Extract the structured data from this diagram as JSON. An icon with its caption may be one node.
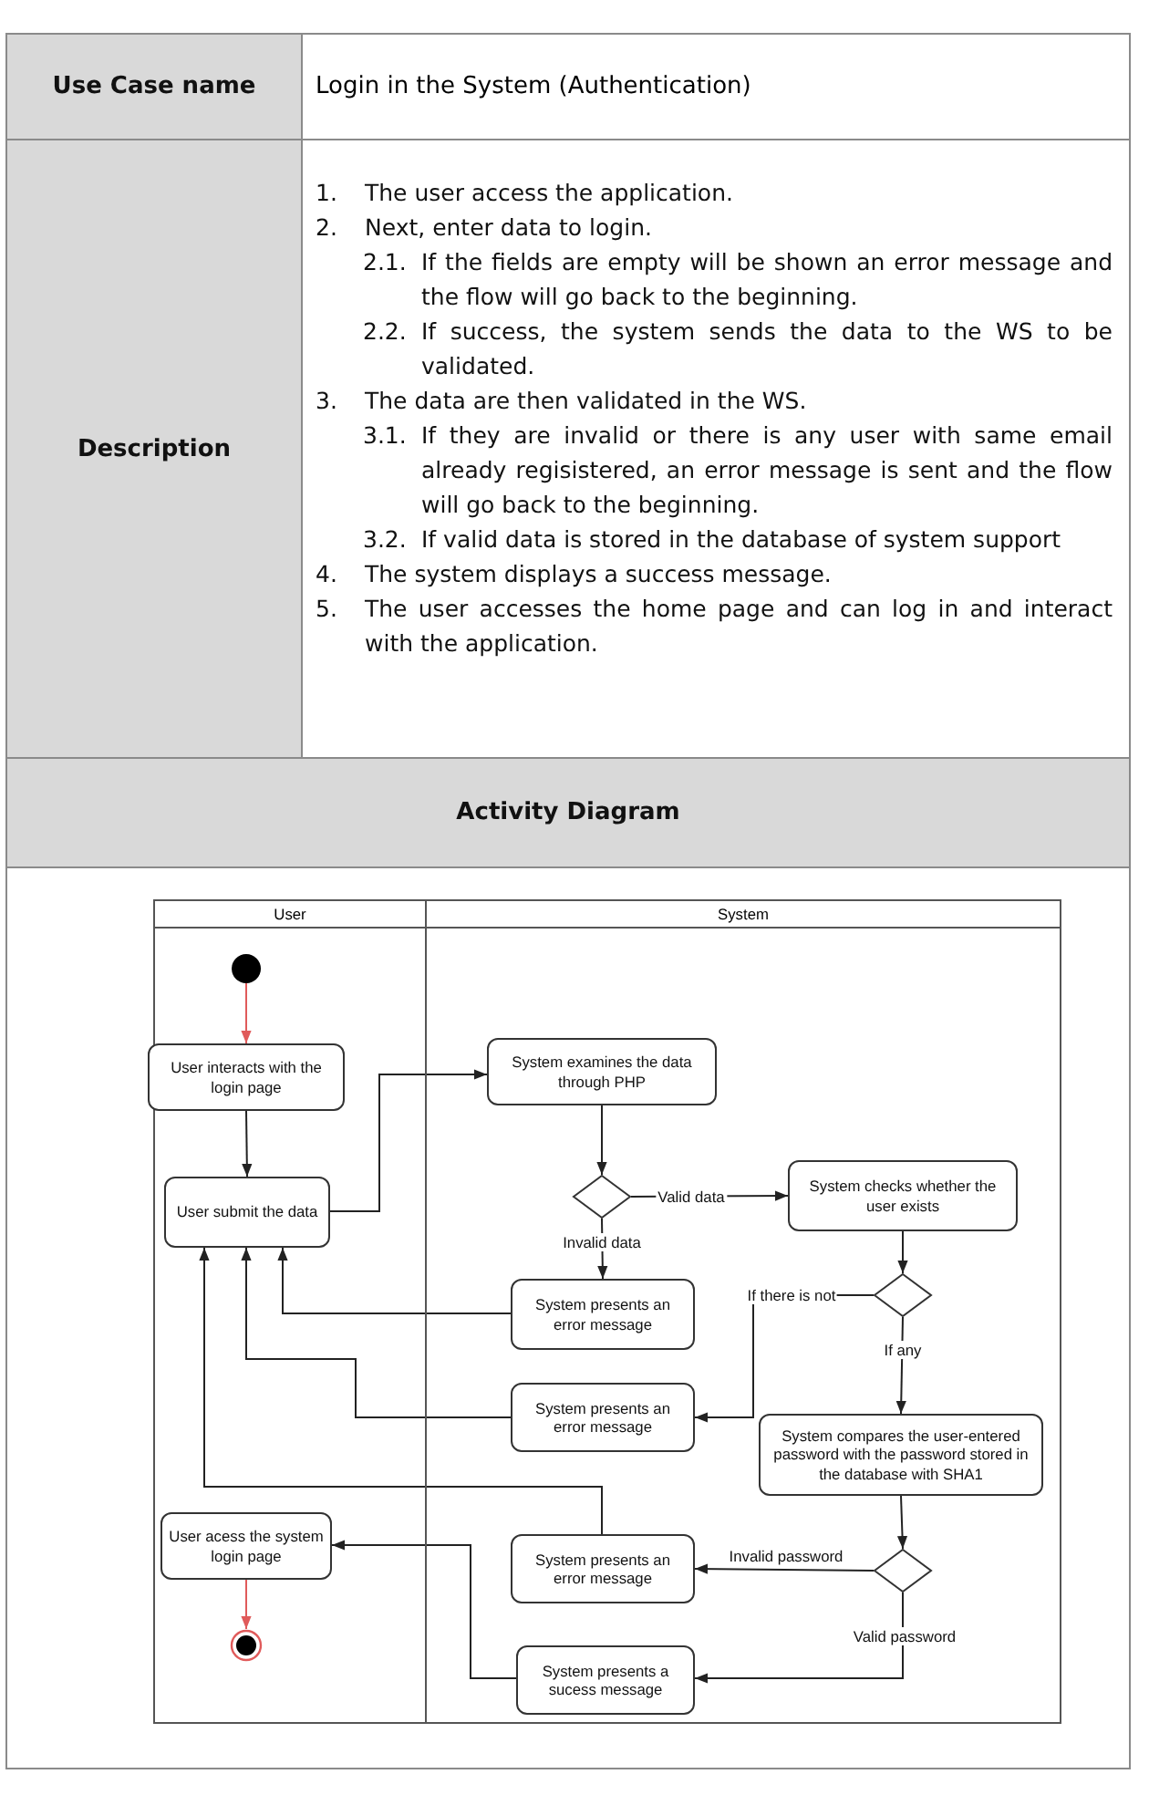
{
  "diagram": {
    "nodes": [
      {
        "text": [
          "User"
        ]
      },
      {
        "text": [
          "System"
        ]
      },
      {
        "text": [],
        "shape": "circle",
        "in": 0
      },
      {
        "text": [
          "User interacts with the login page"
        ],
        "in": 0
      },
      {
        "text": [
          "System examines the data through PHP"
        ],
        "in": 1
      },
      {
        "text": [
          "User submit the data"
        ],
        "in": 0
      },
      {
        "text": [],
        "shape": "diamond",
        "in": 1
      },
      {
        "text": [
          "System checks whether the user exists"
        ],
        "in": 1
      },
      {
        "text": [
          "System presents an error message"
        ],
        "in": 1
      },
      {
        "text": [],
        "shape": "diamond",
        "in": 1
      },
      {
        "text": [
          "System presents an error message"
        ],
        "in": 1
      },
      {
        "text": [
          "System compares the user-entered password with the password stored in the database with SHA1"
        ],
        "in": 1
      },
      {
        "text": [
          "User acess the system login page"
        ],
        "in": 0
      },
      {
        "text": [
          "System presents an error message"
        ],
        "in": 1
      },
      {
        "text": [],
        "shape": "diamond",
        "in": 1
      },
      {
        "text": [
          "System presents a sucess message"
        ],
        "in": 1
      },
      {
        "text": [],
        "shape": "circle",
        "in": 0
      }
    ],
    "edges": [
      {
        "from": 2,
        "to": 3,
        "arrow": "to",
        "color": "#e05a5a"
      },
      {
        "from": 3,
        "to": 5,
        "arrow": "to"
      },
      {
        "from": 5,
        "to": 4,
        "arrow": "to"
      },
      {
        "from": 4,
        "to": 6,
        "arrow": "to"
      },
      {
        "from": 6,
        "to": 7,
        "arrow": "to",
        "label": "Valid data"
      },
      {
        "from": 6,
        "to": 8,
        "arrow": "to",
        "label": "Invalid data"
      },
      {
        "from": 7,
        "to": 9,
        "arrow": "to"
      },
      {
        "from": 9,
        "to": 10,
        "arrow": "to",
        "label": "If there is not"
      },
      {
        "from": 9,
        "to": 11,
        "arrow": "to",
        "label": "If any"
      },
      {
        "from": 8,
        "to": 5,
        "arrow": "to"
      },
      {
        "from": 10,
        "to": 5,
        "arrow": "to"
      },
      {
        "from": 11,
        "to": 14,
        "arrow": "to"
      },
      {
        "from": 14,
        "to": 13,
        "arrow": "to",
        "label": "Invalid password"
      },
      {
        "from": 14,
        "to": 15,
        "arrow": "to",
        "label": "Valid password"
      },
      {
        "from": 13,
        "to": 5,
        "arrow": "to"
      },
      {
        "from": 15,
        "to": 12,
        "arrow": "to"
      },
      {
        "from": 12,
        "to": 16,
        "arrow": "to",
        "color": "#e05a5a"
      }
    ],
    "labels": [
      "Use Case name",
      "Login in the System (Authentication)",
      "Description",
      "1. The user access the application.",
      "2. Next, enter data to login.",
      "2.1. If the fields are empty will be shown an error message and the flow will go back to the beginning.",
      "2.2. If success, the system sends the data to the WS to be validated.",
      "3. The data are then validated in the WS.",
      "3.1. If they are invalid or there is any user with same email already regisistered, an error message is sent and the flow will go back to the beginning.",
      "3.2. If valid data is stored in the database of system support",
      "4. The system displays a success message.",
      "5. The user accesses the home page and can log in and interact with the application.",
      "Activity Diagram"
    ]
  }
}
